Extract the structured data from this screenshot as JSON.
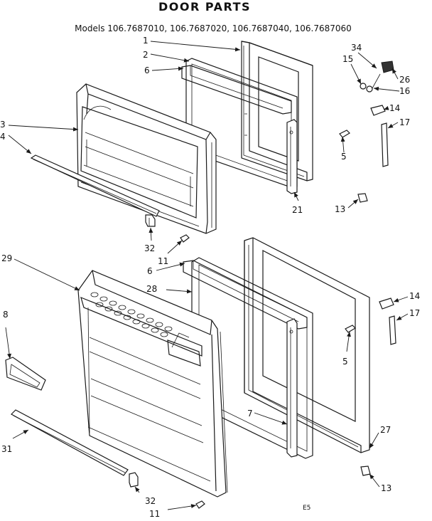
{
  "title": "DOOR PARTS",
  "subtitle": "Models 106.7687010, 106.7687020, 106.7687040, 106.7687060",
  "corner_code": "E5",
  "labels": {
    "l1": "1",
    "l2": "2",
    "l6a": "6",
    "l3": "3",
    "l4": "4",
    "l34": "34",
    "l15": "15",
    "l26": "26",
    "l16": "16",
    "l14a": "14",
    "l17a": "17",
    "l5a": "5",
    "l21": "21",
    "l13a": "13",
    "l32a": "32",
    "l11a": "11",
    "l29": "29",
    "l6b": "6",
    "l28": "28",
    "l8": "8",
    "l14b": "14",
    "l17b": "17",
    "l5b": "5",
    "l7": "7",
    "l27": "27",
    "l31": "31",
    "l13b": "13",
    "l32b": "32",
    "l11b": "11"
  },
  "colors": {
    "ink": "#1a1a1a",
    "paper": "#ffffff"
  }
}
